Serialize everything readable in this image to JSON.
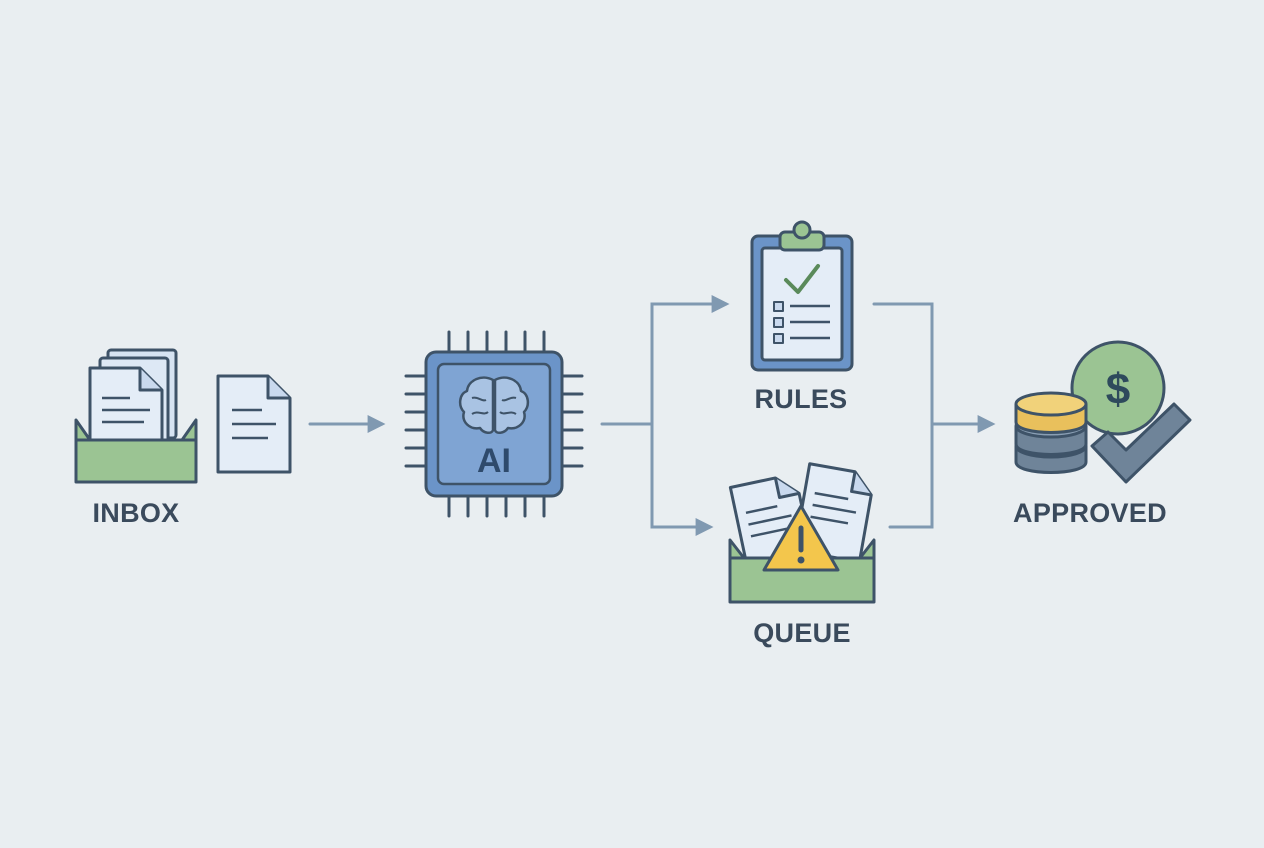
{
  "diagram": {
    "nodes": {
      "inbox": {
        "label": "INBOX",
        "icon": "inbox-tray-icon"
      },
      "ai": {
        "label": "AI",
        "icon": "ai-chip-brain-icon"
      },
      "rules": {
        "label": "RULES",
        "icon": "clipboard-checklist-icon"
      },
      "queue": {
        "label": "QUEUE",
        "icon": "warning-tray-icon"
      },
      "approved": {
        "label": "APPROVED",
        "icon": "coins-dollar-check-icon",
        "symbol": "$"
      }
    },
    "edges": [
      {
        "from": "inbox",
        "to": "ai"
      },
      {
        "from": "ai",
        "to": "rules"
      },
      {
        "from": "ai",
        "to": "queue"
      },
      {
        "from": "rules",
        "to": "approved"
      },
      {
        "from": "queue",
        "to": "approved"
      }
    ],
    "colors": {
      "background": "#e9eef1",
      "outline": "#3e5368",
      "blue": "#6b94c8",
      "blue_light": "#a9c3e3",
      "green": "#9bc493",
      "paper": "#e4edf7",
      "gold": "#e9c05c",
      "warning": "#f3c64c",
      "connector": "#8099b1"
    }
  }
}
